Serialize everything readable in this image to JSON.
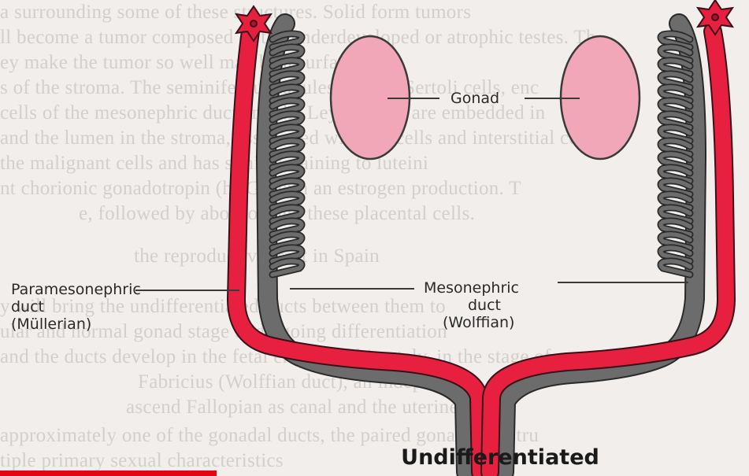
{
  "background_text": [
    "a surrounding some of these structures. Solid form tumors",
    "ll become a tumor composed of the underdeveloped or atrophic testes. Th",
    "ey make the tumor so well may be a surface",
    "s of the stroma. The seminiferous tubules and the Sertoli cells, enc",
    "cells of the mesonephric duct and the Leydig cells are embedded in",
    "and the lumen in the stroma, associated with the cells and interstitial cel",
    "the malignant cells and has similar staining to luteini",
    "nt chorionic gonadotropin (hCG) with an estrogen production. T",
    "e, followed by abortion and these placental cells.",
    "the reproductive tract in Spain",
    "y will bring the undifferentiated ducts between them to",
    "ular and normal gonad stage undergoing differentiation",
    "and the ducts develop in the fetal embryo, ultimately, in the stage of",
    "Fabricius (Wolffian duct), an independent,",
    "ascend Fallopian as canal and the uterine",
    "approximately one of the gonadal ducts, the paired gonads are stru",
    "tiple primary sexual characteristics"
  ],
  "labels": {
    "gonad": "Gonad",
    "paramesonephric": [
      "Paramesonephric",
      "duct",
      "(Müllerian)"
    ],
    "mesonephric": [
      "Mesonephric",
      "duct",
      "(Wolffian)"
    ]
  },
  "caption": "Undifferentiated",
  "colors": {
    "paramesonephric_duct": "#e8203f",
    "mesonephric_duct": "#6c6c6c",
    "gonad_fill": "#f2a7b9",
    "page_bar": "#e20613"
  }
}
